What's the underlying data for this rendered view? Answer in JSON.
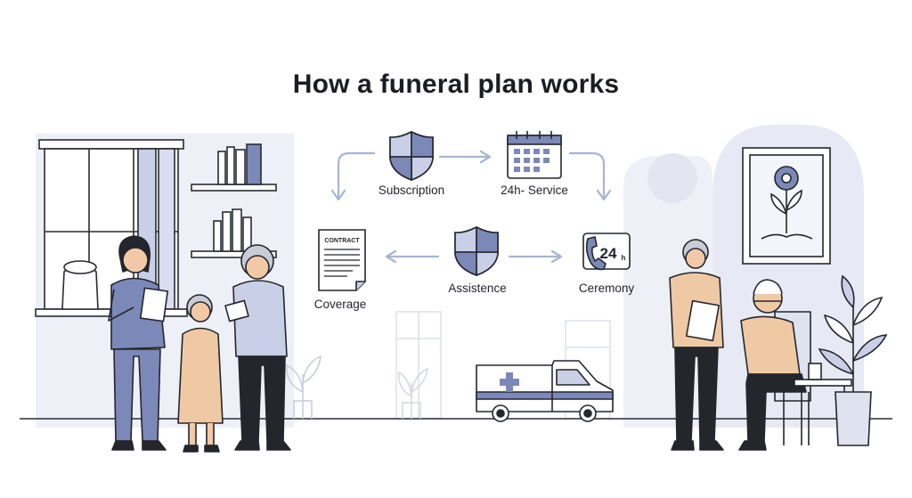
{
  "title": "How a funeral plan works",
  "steps": {
    "subscription": "Subscription",
    "service_24h": "24h- Service",
    "coverage": "Coverage",
    "assistance": "Assistence",
    "ceremony": "Ceremony"
  },
  "icons": {
    "contract_doc_text": "CONTRACT",
    "phone_badge_text": "24h",
    "phone_badge_big": "24",
    "phone_badge_small": "h"
  },
  "colors": {
    "accent": "#7c88b8",
    "accent_light": "#c9cfe6",
    "bg_shape": "#eceff7",
    "skin": "#f2c9a6",
    "peach_clothes": "#efc9a4",
    "outline": "#24262c",
    "arrow": "#a9b3d3"
  }
}
